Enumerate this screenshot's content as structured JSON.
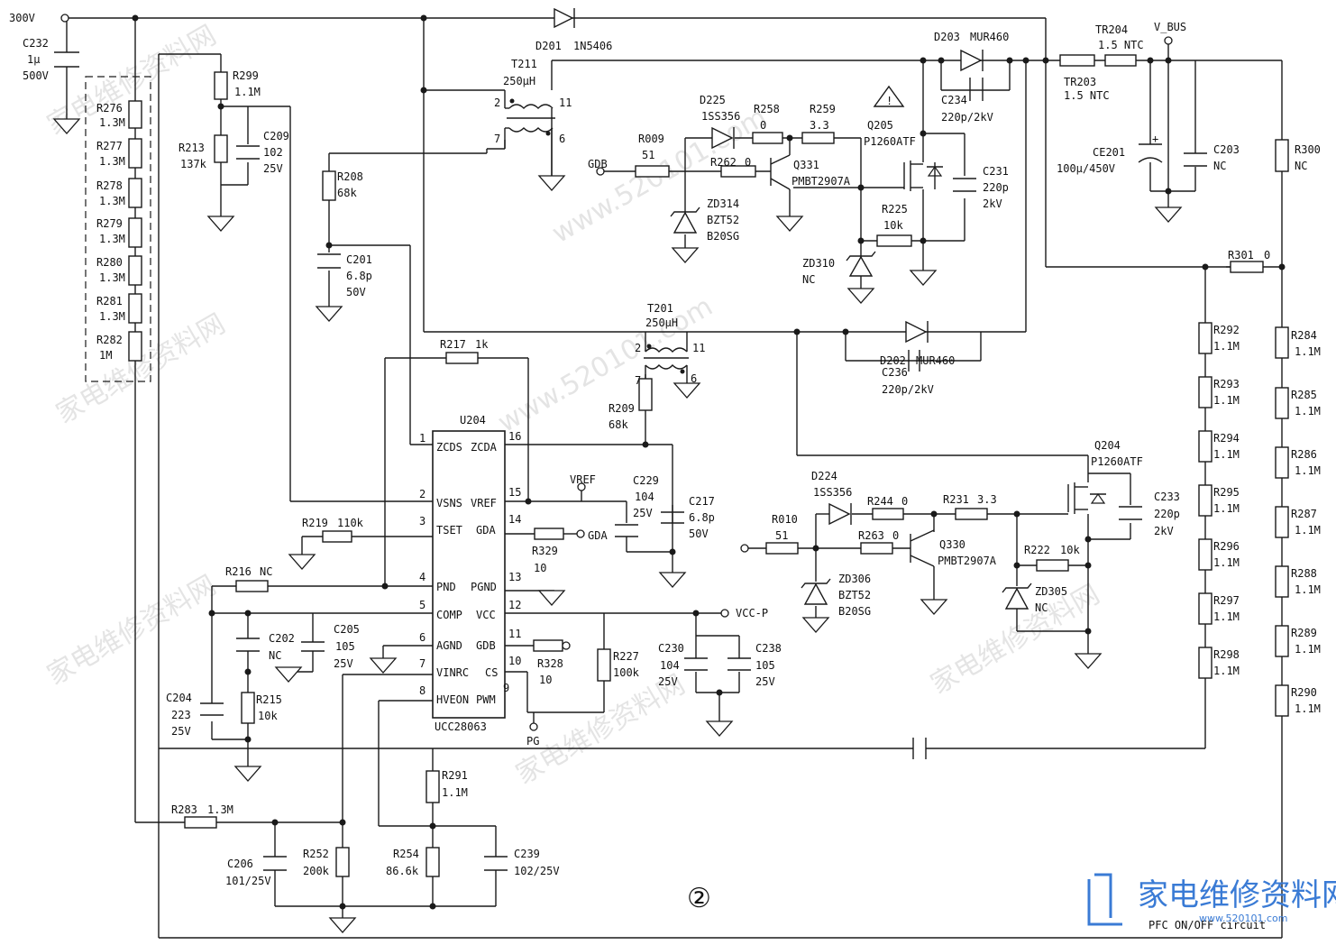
{
  "diagram": {
    "footer_label": "PFC ON/OFF circuit",
    "sheet_marker": "②",
    "watermark_cn": "家电维修资料网",
    "watermark_url": "www.520101.com",
    "brand_text": "家电维修资料网",
    "brand_url": "www.520101.com",
    "nets": {
      "hv": "300V",
      "vbus": "V_BUS",
      "vref": "VREF",
      "gda": "GDA",
      "gdb": "GDB",
      "gdb_in": "GDB",
      "vccp": "VCC-P",
      "pg": "PG"
    },
    "ic": {
      "ref": "U204",
      "part": "UCC28063",
      "pins_left": [
        {
          "num": "1",
          "name": "ZCDS"
        },
        {
          "num": "2",
          "name": "VSNS"
        },
        {
          "num": "3",
          "name": "TSET"
        },
        {
          "num": "4",
          "name": "PND"
        },
        {
          "num": "5",
          "name": "COMP"
        },
        {
          "num": "6",
          "name": "AGND"
        },
        {
          "num": "7",
          "name": "VINRC"
        },
        {
          "num": "8",
          "name": "HVEON"
        }
      ],
      "pins_right": [
        {
          "num": "16",
          "name": "ZCDA"
        },
        {
          "num": "15",
          "name": "VREF"
        },
        {
          "num": "14",
          "name": "GDA"
        },
        {
          "num": "13",
          "name": "PGND"
        },
        {
          "num": "12",
          "name": "VCC"
        },
        {
          "num": "11",
          "name": "GDB"
        },
        {
          "num": "10",
          "name": "CS"
        },
        {
          "num": "9",
          "name": "PWM"
        }
      ]
    },
    "components": {
      "c232": [
        "C232",
        "1μ",
        "500V"
      ],
      "r276": [
        "R276",
        "1.3M"
      ],
      "r277": [
        "R277",
        "1.3M"
      ],
      "r278": [
        "R278",
        "1.3M"
      ],
      "r279": [
        "R279",
        "1.3M"
      ],
      "r280": [
        "R280",
        "1.3M"
      ],
      "r281": [
        "R281",
        "1.3M"
      ],
      "r282": [
        "R282",
        "1M"
      ],
      "r299": [
        "R299",
        "1.1M"
      ],
      "r213": [
        "R213",
        "137k"
      ],
      "c209": [
        "C209",
        "102",
        "25V"
      ],
      "r208": [
        "R208",
        "68k"
      ],
      "c201": [
        "C201",
        "6.8p",
        "50V"
      ],
      "d201": [
        "D201",
        "1N5406"
      ],
      "t211": [
        "T211",
        "250μH"
      ],
      "t211_pins": [
        "2",
        "11",
        "7",
        "6"
      ],
      "d203": [
        "D203",
        "MUR460"
      ],
      "c234": [
        "C234",
        "220p/2kV"
      ],
      "tr204": [
        "TR204",
        "1.5 NTC"
      ],
      "tr203": [
        "TR203",
        "1.5 NTC"
      ],
      "ce201": [
        "CE201",
        "100μ/450V"
      ],
      "c203": [
        "C203",
        "NC"
      ],
      "r300": [
        "R300",
        "NC"
      ],
      "d225": [
        "D225",
        "1SS356"
      ],
      "r258": [
        "R258",
        "0"
      ],
      "r259": [
        "R259",
        "3.3"
      ],
      "q205": [
        "Q205",
        "P1260ATF"
      ],
      "r009": [
        "R009",
        "51"
      ],
      "r262": [
        "R262",
        "0"
      ],
      "q331": [
        "Q331",
        "PMBT2907A"
      ],
      "c231": [
        "C231",
        "220p",
        "2kV"
      ],
      "zd314": [
        "ZD314",
        "BZT52",
        "B20SG"
      ],
      "r225": [
        "R225",
        "10k"
      ],
      "zd310": [
        "ZD310",
        "NC"
      ],
      "r301": [
        "R301",
        "0"
      ],
      "t201": [
        "T201",
        "250μH"
      ],
      "t201_pins": [
        "2",
        "11",
        "7",
        "6"
      ],
      "d202": [
        "D202",
        "MUR460"
      ],
      "c236": [
        "C236",
        "220p/2kV"
      ],
      "r217": [
        "R217",
        "1k"
      ],
      "r209": [
        "R209",
        "68k"
      ],
      "c229": [
        "C229",
        "104",
        "25V"
      ],
      "c217": [
        "C217",
        "6.8p",
        "50V"
      ],
      "r219": [
        "R219",
        "110k"
      ],
      "r329": [
        "R329",
        "10"
      ],
      "r216": [
        "R216",
        "NC"
      ],
      "c202": [
        "C202",
        "NC"
      ],
      "c205": [
        "C205",
        "105",
        "25V"
      ],
      "c204": [
        "C204",
        "223",
        "25V"
      ],
      "r215": [
        "R215",
        "10k"
      ],
      "r328": [
        "R328",
        "10"
      ],
      "r227": [
        "R227",
        "100k"
      ],
      "c230": [
        "C230",
        "104",
        "25V"
      ],
      "c238": [
        "C238",
        "105",
        "25V"
      ],
      "q204": [
        "Q204",
        "P1260ATF"
      ],
      "d224": [
        "D224",
        "1SS356"
      ],
      "r244": [
        "R244",
        "0"
      ],
      "r231": [
        "R231",
        "3.3"
      ],
      "c233": [
        "C233",
        "220p",
        "2kV"
      ],
      "r010": [
        "R010",
        "51"
      ],
      "r263": [
        "R263",
        "0"
      ],
      "q330": [
        "Q330",
        "PMBT2907A"
      ],
      "r222": [
        "R222",
        "10k"
      ],
      "zd306": [
        "ZD306",
        "BZT52",
        "B20SG"
      ],
      "zd305": [
        "ZD305",
        "NC"
      ],
      "r292": [
        "R292",
        "1.1M"
      ],
      "r293": [
        "R293",
        "1.1M"
      ],
      "r294": [
        "R294",
        "1.1M"
      ],
      "r295": [
        "R295",
        "1.1M"
      ],
      "r296": [
        "R296",
        "1.1M"
      ],
      "r297": [
        "R297",
        "1.1M"
      ],
      "r298": [
        "R298",
        "1.1M"
      ],
      "r284": [
        "R284",
        "1.1M"
      ],
      "r285": [
        "R285",
        "1.1M"
      ],
      "r286": [
        "R286",
        "1.1M"
      ],
      "r287": [
        "R287",
        "1.1M"
      ],
      "r288": [
        "R288",
        "1.1M"
      ],
      "r289": [
        "R289",
        "1.1M"
      ],
      "r290": [
        "R290",
        "1.1M"
      ],
      "r291": [
        "R291",
        "1.1M"
      ],
      "r283": [
        "R283",
        "1.3M"
      ],
      "c206": [
        "C206",
        "101/25V"
      ],
      "r252": [
        "R252",
        "200k"
      ],
      "r254": [
        "R254",
        "86.6k"
      ],
      "c239": [
        "C239",
        "102/25V"
      ]
    }
  }
}
